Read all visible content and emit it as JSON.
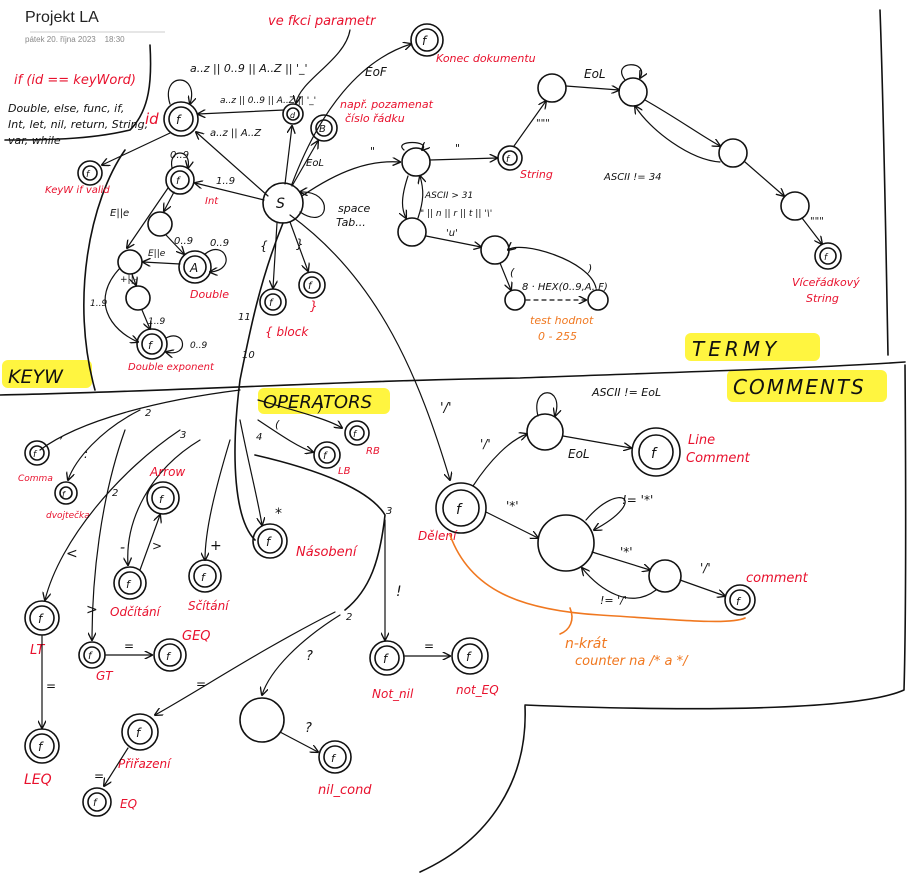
{
  "page": {
    "title": "Projekt LA",
    "date": "pátek 20. října 2023",
    "time": "18:30"
  },
  "colors": {
    "ink": "#111111",
    "red": "#e8112d",
    "orange": "#f07820",
    "highlight": "#fff200"
  },
  "sections": {
    "keyw": "KEYW",
    "terms": "TERMY",
    "operators": "OPERATORS",
    "comments": "COMMENTS"
  },
  "notes": {
    "if_id": "if (id == keyWord)",
    "keywords_1": "Double, else, func, if,",
    "keywords_2": "Int, let, nil, return, String,",
    "keywords_3": "var, while",
    "ve_fkci": "ve fkci parametr",
    "napr_1": "např. pozamenat",
    "napr_2": "číslo řádku",
    "test_hodnot": "test hodnot",
    "range": "0 - 255",
    "nkrat": "n-krát",
    "counter": "counter na /* a */"
  },
  "states": {
    "start": "S",
    "id": "id",
    "f": "f",
    "A": "A",
    "B": "B",
    "d": "d"
  },
  "state_labels": {
    "keyw_if_valid": "KeyW if valid",
    "int": "Int",
    "double": "Double",
    "double_exponent": "Double exponent",
    "konec_dokumentu": "Konec dokumentu",
    "block_open": "{ block",
    "block_close": "}",
    "string": "String",
    "multiline_1": "Víceřádkový",
    "multiline_2": "String",
    "comma": "Comma",
    "dvojtecka": "dvojtečka",
    "arrow": "Arrow",
    "odcitani": "Odčítání",
    "scitani": "Sčítání",
    "nasobeni": "Násobení",
    "lt": "LT",
    "gt": "GT",
    "geq": "GEQ",
    "leq": "LEQ",
    "prirazeni": "Přiřazení",
    "eq": "EQ",
    "not_nil": "Not_nil",
    "not_eq": "not_EQ",
    "nil_cond": "nil_cond",
    "rb": "RB",
    "lb": "LB",
    "deleni": "Dělení",
    "line_comment_1": "Line",
    "line_comment_2": "Comment",
    "comment": "comment"
  },
  "transitions": {
    "az_id": "a..z || 0..9 || A..Z || '_'",
    "az_id_2": "a..z || 0..9 || A..Z || '_'",
    "az_start": "a..z || A..Z",
    "eof": "EoF",
    "eol_s": "EoL",
    "digits_1_9": "1..9",
    "digits_0_9": "0..9",
    "e_E": "E||e",
    "e_E_2": "E||e",
    "plus_minus": "+||-",
    "one_nine": "1..9",
    "space_tab_1": "space",
    "space_tab_2": "Tab...",
    "brace_open": "{",
    "brace_close": "}",
    "dq": "\"",
    "dq_3": "\"\"\"",
    "ascii_gt_31": "ASCII > 31",
    "escapes": "\" || n || r || t || '\\'",
    "u_char": "'u'",
    "hex": "8 · HEX(0..9,A..F)",
    "ascii_ne_34": "ASCII != 34",
    "eol_top": "EoL",
    "slash": "'/'",
    "ascii_ne_eol": "ASCII != EoL",
    "eol_comment": "EoL",
    "star": "'*'",
    "ne_star": "!= '*'",
    "ne_slash": "!= '/'",
    "star_2": "'*'",
    "slash_2": "'/'",
    "comma_ch": ",",
    "colon_ch": ":",
    "lt_ch": "<",
    "gt_ch": ">",
    "minus_ch": "-",
    "plus_ch": "+",
    "gt_arrow": ">",
    "mul_ch": "*",
    "eq_1": "=",
    "eq_2": "=",
    "eq_3": "=",
    "eq_4": "=",
    "excl": "!",
    "eq_neq": "=",
    "q1": "?",
    "q2": "?",
    "paren_open": "(",
    "paren_close": ")",
    "num_1": "1",
    "num_2": "2",
    "num_3": "3",
    "num_4": "4",
    "num_10": "10",
    "num_11": "11"
  }
}
